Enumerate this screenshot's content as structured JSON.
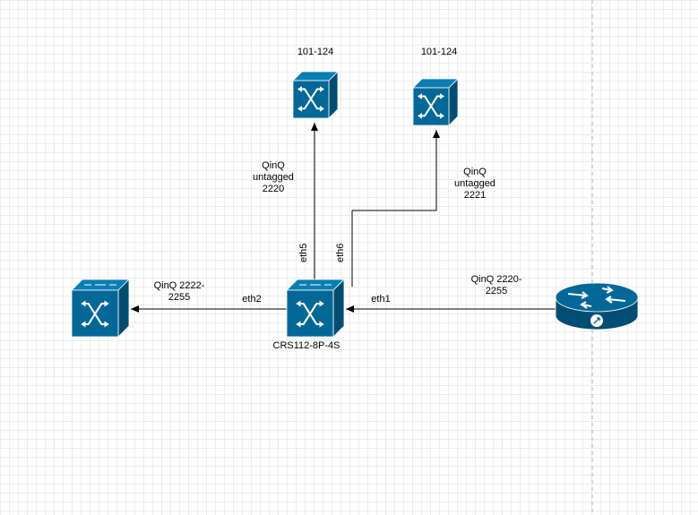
{
  "colors": {
    "device_fill": "#036897",
    "device_top": "#0a7eb2",
    "device_side": "#024e72",
    "glyph": "#ffffff",
    "edge": "#000000",
    "boundary": "#b3b3b3"
  },
  "devices": {
    "core_switch": {
      "icon": "switch-icon",
      "label": "CRS112-8P-4S"
    },
    "top_left_switch": {
      "icon": "switch-icon",
      "label": "101-124"
    },
    "top_right_switch": {
      "icon": "switch-icon",
      "label": "101-124"
    },
    "left_switch": {
      "icon": "switch-icon",
      "label": ""
    },
    "router": {
      "icon": "router-icon",
      "label": ""
    }
  },
  "links": {
    "eth5": {
      "port_label": "eth5",
      "text_1": "QinQ",
      "text_2": "untagged",
      "text_3": "2220"
    },
    "eth6": {
      "port_label": "eth6",
      "text_1": "QinQ",
      "text_2": "untagged",
      "text_3": "2221"
    },
    "eth2": {
      "port_label": "eth2",
      "text_1": "QinQ 2222-",
      "text_2": "2255"
    },
    "eth1": {
      "port_label": "eth1",
      "text_1": "QinQ 2220-",
      "text_2": "2255"
    }
  }
}
